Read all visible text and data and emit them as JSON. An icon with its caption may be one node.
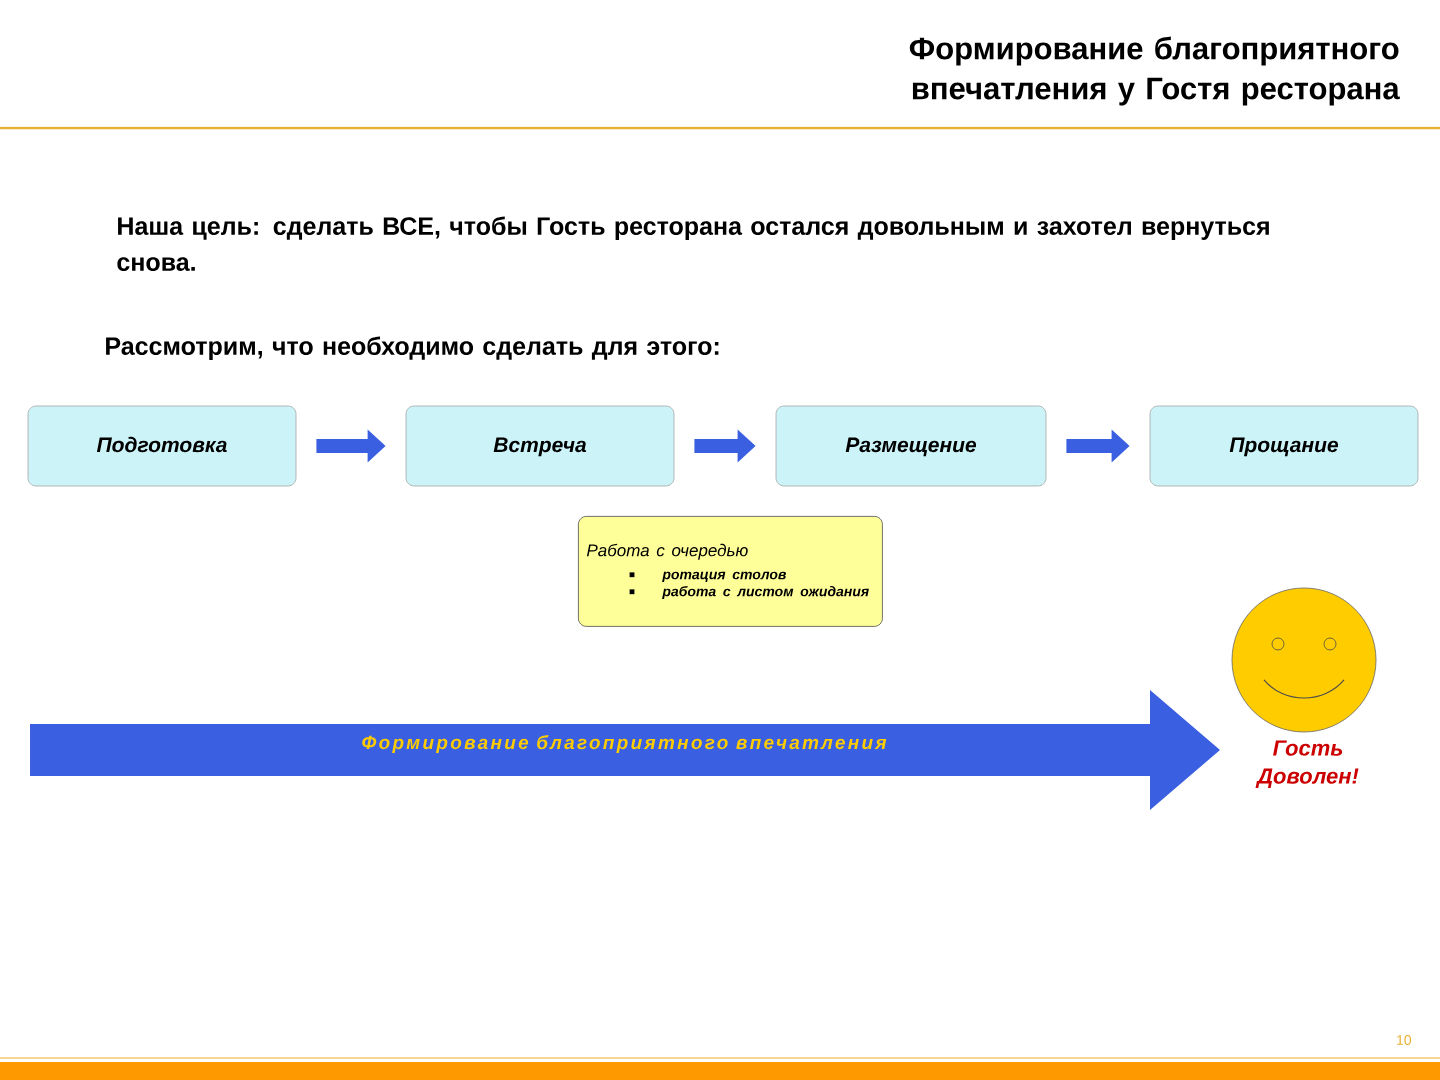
{
  "diagram": {
    "title": "Формирование благоприятного впечатления у Гостя ресторана",
    "nodes": [
      {
        "text": [
          "Подготовка"
        ]
      },
      {
        "text": [
          "Встреча"
        ]
      },
      {
        "text": [
          "Размещение"
        ]
      },
      {
        "text": [
          "Прощание"
        ]
      },
      {
        "text": [
          "Работа с очередью",
          "ротация столов",
          "работа с листом ожидания"
        ]
      },
      {
        "text": [
          "Формирование благоприятного впечатления"
        ]
      },
      {
        "text": [],
        "shape": "circle",
        "beside": [
          "Гость Доволен!"
        ]
      }
    ],
    "edges": [
      {
        "from": 0,
        "to": 1,
        "arrow": "to"
      },
      {
        "from": 1,
        "to": 2,
        "arrow": "to"
      },
      {
        "from": 2,
        "to": 3,
        "arrow": "to"
      }
    ],
    "labels": [
      "Наша цель: сделать ВСЕ, чтобы Гость ресторана остался довольным и захотел вернуться снова.",
      "Рассмотрим, что необходимо сделать для этого:",
      "10"
    ]
  }
}
